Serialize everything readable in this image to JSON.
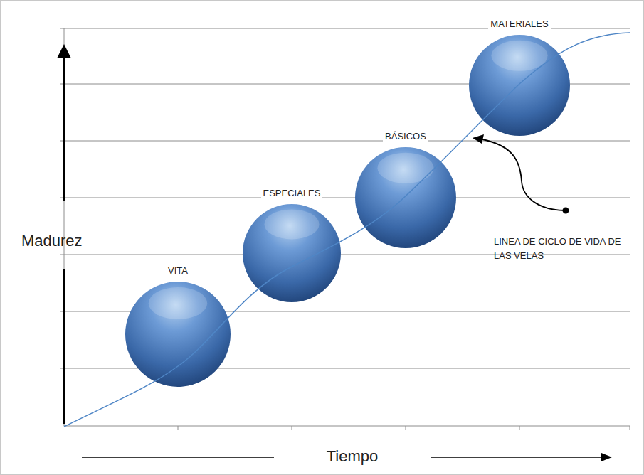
{
  "diagram": {
    "nodes": [
      {
        "text": [
          "VITA"
        ]
      },
      {
        "text": [
          "ESPECIALES"
        ]
      },
      {
        "text": [
          "BÁSICOS"
        ]
      },
      {
        "text": [
          "MATERIALES"
        ]
      }
    ],
    "labels": [
      "Madurez",
      "Tiempo",
      "LINEA DE CICLO DE VIDA DE LAS VELAS"
    ]
  }
}
